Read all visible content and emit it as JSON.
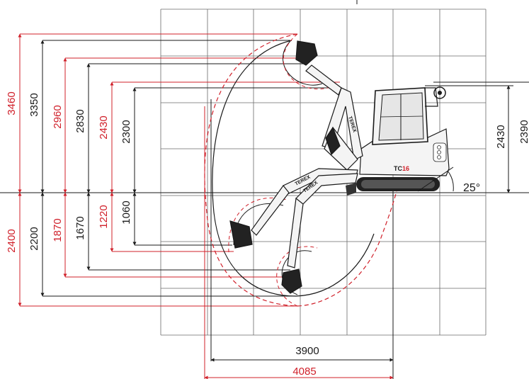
{
  "colors": {
    "red": "#d0202a",
    "black": "#1a1a1a",
    "grid": "#6a6a6a",
    "machine_body": "#f4f4f4"
  },
  "dimensions": {
    "height_left": {
      "red_outer": "3460",
      "black_outer": "3350",
      "red_mid": "2960",
      "black_mid": "2830",
      "red_inner": "2430",
      "black_inner": "2300"
    },
    "depth_left": {
      "red_outer": "2400",
      "black_outer": "2200",
      "red_mid": "1870",
      "black_mid": "1670",
      "red_inner": "1220",
      "black_inner": "1060"
    },
    "right": {
      "dump_height": "2430",
      "overall": "2390"
    },
    "reach": {
      "black": "3900",
      "red": "4085"
    },
    "angle": "25°"
  },
  "machine": {
    "brand": "TEREX",
    "model_prefix": "TC",
    "model_number": "16"
  }
}
